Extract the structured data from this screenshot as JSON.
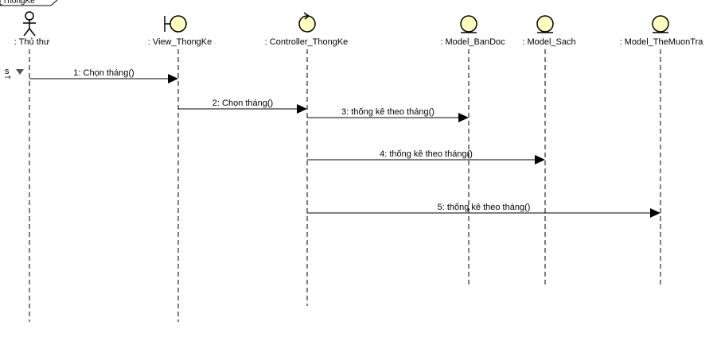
{
  "frame": {
    "title": "a_ThongKe"
  },
  "colors": {
    "fill": "#FFFFC0",
    "stroke": "#000000",
    "lifeline": "#000000",
    "background": "#FFFFFF",
    "marker": "#555555"
  },
  "marker": {
    "label": "s"
  },
  "lifelines": [
    {
      "id": "thuthu",
      "label": ": Thủ thư",
      "kind": "actor"
    },
    {
      "id": "view",
      "label": ": View_ThongKe",
      "kind": "boundary"
    },
    {
      "id": "ctrl",
      "label": ": Controller_ThongKe",
      "kind": "control"
    },
    {
      "id": "bandoc",
      "label": ": Model_BanDoc",
      "kind": "entity"
    },
    {
      "id": "sach",
      "label": ": Model_Sach",
      "kind": "entity"
    },
    {
      "id": "themuontra",
      "label": ": Model_TheMuonTra",
      "kind": "entity"
    }
  ],
  "messages": [
    {
      "label": "1: Chọn tháng()",
      "from": "thuthu",
      "to": "view"
    },
    {
      "label": "2: Chọn tháng()",
      "from": "view",
      "to": "ctrl"
    },
    {
      "label": "3: thống kê theo tháng()",
      "from": "ctrl",
      "to": "bandoc"
    },
    {
      "label": "4: thống kê theo tháng()",
      "from": "ctrl",
      "to": "sach"
    },
    {
      "label": "5: thống kê theo tháng()",
      "from": "ctrl",
      "to": "themuontra"
    }
  ]
}
